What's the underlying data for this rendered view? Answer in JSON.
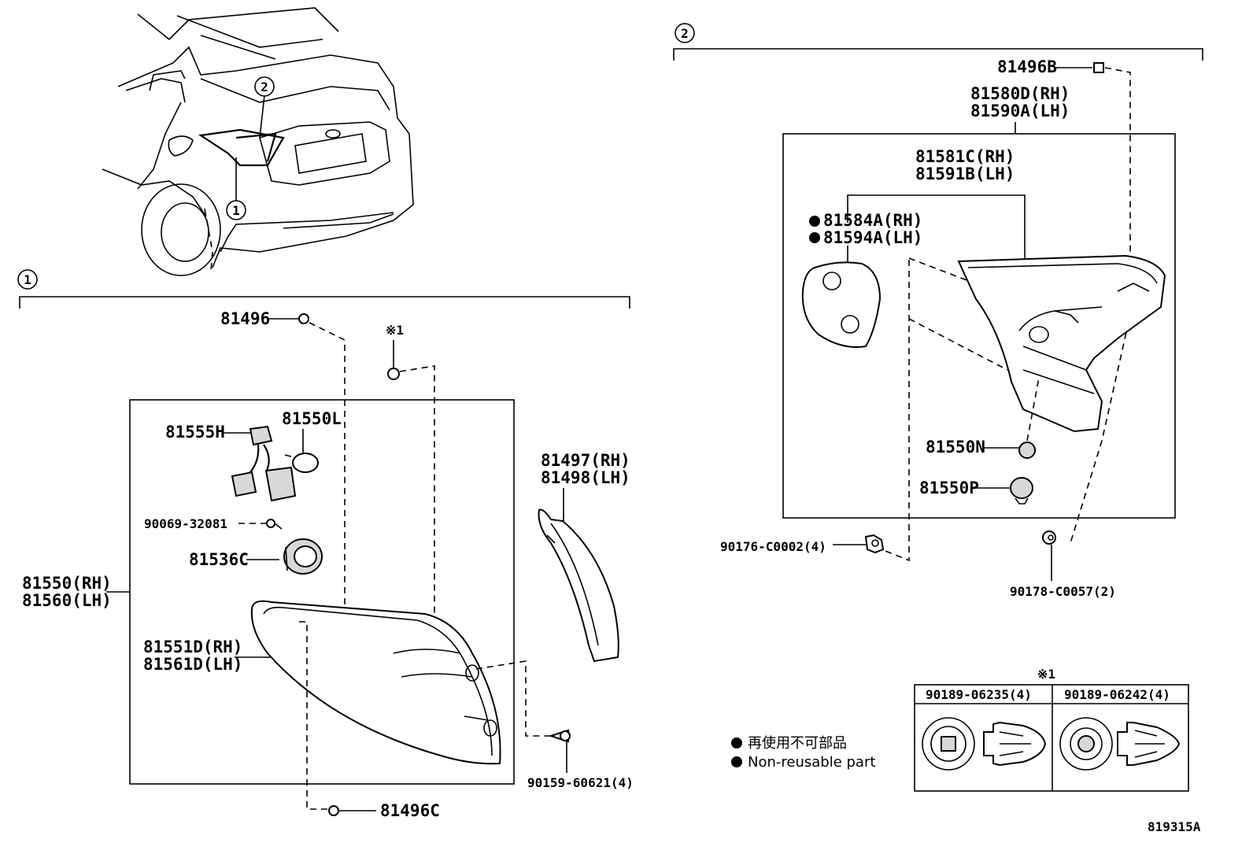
{
  "sections": {
    "section1_mark": "1",
    "section2_mark": "2"
  },
  "car_callouts": {
    "c1": "1",
    "c2": "2"
  },
  "section1": {
    "p81496": "81496",
    "note_mark": "※1",
    "p81555H": "81555H",
    "p81550L": "81550L",
    "p90069": "90069-32081",
    "p81536C": "81536C",
    "p81550_rh": "81550(RH)",
    "p81560_lh": "81560(LH)",
    "p81551D_rh": "81551D(RH)",
    "p81561D_lh": "81561D(LH)",
    "p81497_rh": "81497(RH)",
    "p81498_lh": "81498(LH)",
    "p90159": "90159-60621(4)",
    "p81496C": "81496C"
  },
  "section2": {
    "p81496B": "81496B",
    "p81580D_rh": "81580D(RH)",
    "p81590A_lh": "81590A(LH)",
    "p81581C_rh": "81581C(RH)",
    "p81591B_lh": "81591B(LH)",
    "p81584A_rh": "81584A(RH)",
    "p81594A_lh": "81594A(LH)",
    "p81550N": "81550N",
    "p81550P": "81550P",
    "p90176": "90176-C0002(4)",
    "p90178": "90178-C0057(2)"
  },
  "clip_table": {
    "note_mark": "※1",
    "col1": "90189-06235(4)",
    "col2": "90189-06242(4)"
  },
  "legend": {
    "jp": "再使用不可部品",
    "en": "Non-reusable part"
  },
  "diagram_id": "819315A"
}
